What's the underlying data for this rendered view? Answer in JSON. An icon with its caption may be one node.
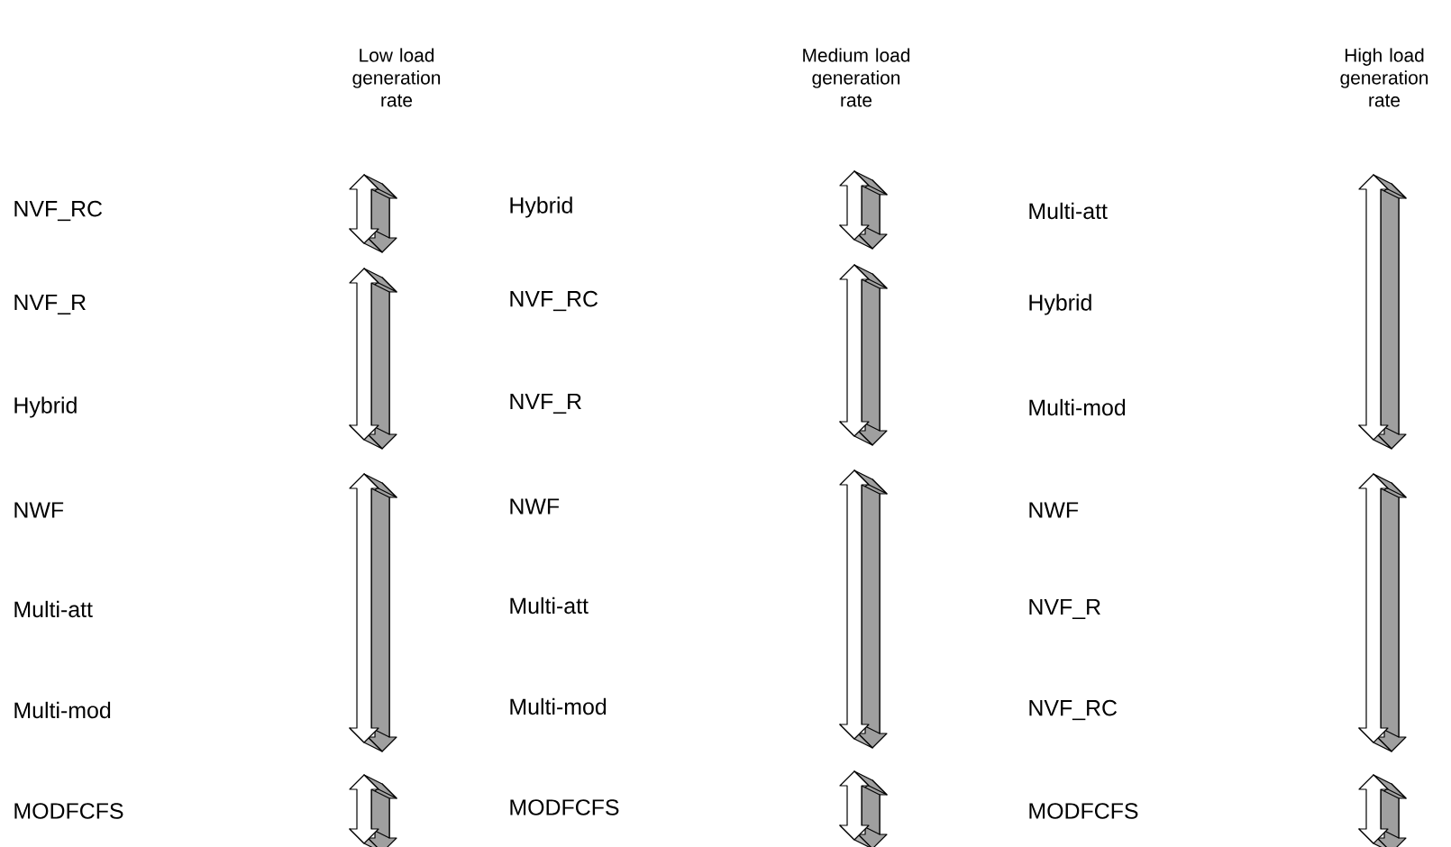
{
  "diagram": {
    "labels": [
      "Low load generation rate",
      "Medium load generation rate",
      "High load generation rate",
      "NVF_RC",
      "Hybrid",
      "Multi-att",
      "NVF_R",
      "NVF_RC",
      "Hybrid",
      "Hybrid",
      "NVF_R",
      "Multi-mod",
      "NWF",
      "NWF",
      "NWF",
      "Multi-att",
      "Multi-att",
      "NVF_R",
      "Multi-mod",
      "Multi-mod",
      "NVF_RC",
      "MODFCFS",
      "MODFCFS",
      "MODFCFS"
    ]
  }
}
